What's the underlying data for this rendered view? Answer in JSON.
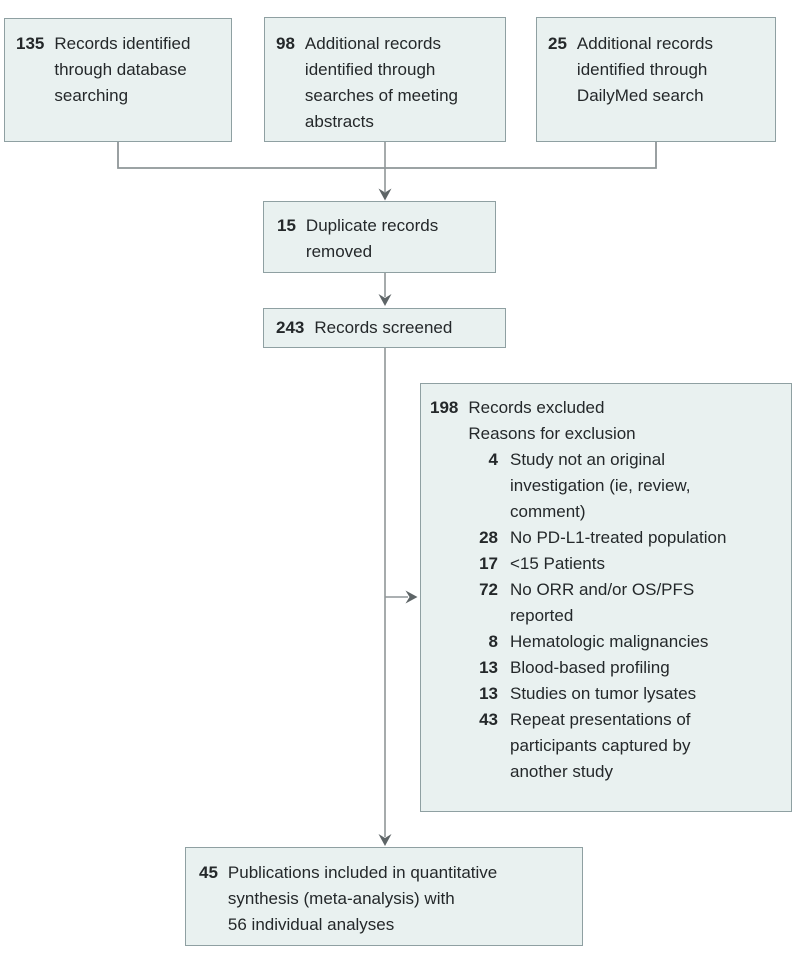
{
  "colors": {
    "box_fill": "#e9f1f0",
    "box_border": "#8fa0a2",
    "line_color": "#8f9698",
    "arrow_color": "#5e6567",
    "text_color": "#24282a",
    "page_bg": "#ffffff"
  },
  "diagram": {
    "top_boxes": [
      {
        "number": "135",
        "lines": [
          "Records identified",
          "through database",
          "searching"
        ]
      },
      {
        "number": "98",
        "lines": [
          "Additional records",
          "identified through",
          "searches of meeting",
          "abstracts"
        ]
      },
      {
        "number": "25",
        "lines": [
          "Additional records",
          "identified through",
          "DailyMed search"
        ]
      }
    ],
    "duplicate_box": {
      "number": "15",
      "lines": [
        "Duplicate records",
        "removed"
      ]
    },
    "screened_box": {
      "number": "243",
      "lines": [
        "Records screened"
      ]
    },
    "excluded_box": {
      "number": "198",
      "title_lines": [
        "Records excluded",
        "Reasons for exclusion"
      ],
      "reasons": [
        {
          "number": "4",
          "lines": [
            "Study not an original",
            "investigation (ie, review,",
            "comment)"
          ]
        },
        {
          "number": "28",
          "lines": [
            "No PD-L1-treated population"
          ]
        },
        {
          "number": "17",
          "lines": [
            "<15 Patients"
          ]
        },
        {
          "number": "72",
          "lines": [
            "No ORR and/or OS/PFS",
            "reported"
          ]
        },
        {
          "number": "8",
          "lines": [
            "Hematologic malignancies"
          ]
        },
        {
          "number": "13",
          "lines": [
            "Blood-based profiling"
          ]
        },
        {
          "number": "13",
          "lines": [
            "Studies on tumor lysates"
          ]
        },
        {
          "number": "43",
          "lines": [
            "Repeat presentations of",
            "participants captured by",
            "another study"
          ]
        }
      ]
    },
    "included_box": {
      "number": "45",
      "lines": [
        "Publications included in quantitative",
        "synthesis (meta-analysis) with",
        "56 individual analyses"
      ]
    }
  }
}
